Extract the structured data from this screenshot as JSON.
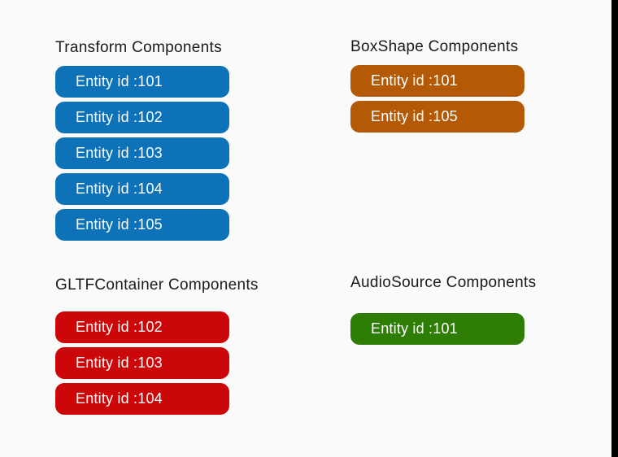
{
  "page": {
    "background_color": "#FAFAFA",
    "right_edge_bar_color": "#000000",
    "button_text_color": "#FFFFFF"
  },
  "sections": [
    {
      "title": "Transform Components",
      "color": "#0E72B8",
      "entities": [
        "Entity id :101",
        "Entity id :102",
        "Entity id :103",
        "Entity id :104",
        "Entity id :105"
      ]
    },
    {
      "title": "BoxShape Components",
      "color": "#B45A06",
      "entities": [
        "Entity id :101",
        "Entity id :105"
      ]
    },
    {
      "title": "GLTFContainer Components",
      "color": "#CB0709",
      "entities": [
        "Entity id :102",
        "Entity id :103",
        "Entity id :104"
      ]
    },
    {
      "title": "AudioSource Components",
      "color": "#2E7E06",
      "entities": [
        "Entity id :101"
      ]
    }
  ]
}
